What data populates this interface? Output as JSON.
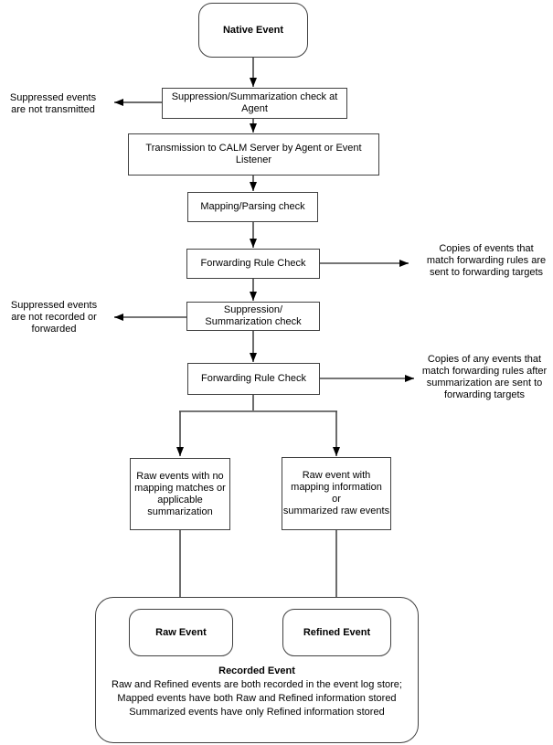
{
  "diagram": {
    "nodes": {
      "native_event": "Native Event",
      "suppression_check_agent": "Suppression/Summarization check at\nAgent",
      "transmission": "Transmission to CALM Server by Agent or Event\nListener",
      "mapping_parsing_check": "Mapping/Parsing check",
      "forwarding_rule_check_1": "Forwarding Rule Check",
      "suppression_check_server": "Suppression/\nSummarization check",
      "forwarding_rule_check_2": "Forwarding Rule Check",
      "raw_events_no_mapping": "Raw events with no\nmapping matches or\napplicable\nsummarization",
      "raw_event_with_mapping": "Raw event with\nmapping information\nor\nsummarized raw events",
      "raw_event": "Raw Event",
      "refined_event": "Refined Event"
    },
    "annotations": {
      "suppressed_not_transmitted": "Suppressed events\nare not transmitted",
      "suppressed_not_recorded": "Suppressed events\nare not recorded or\nforwarded",
      "copies_forwarding": "Copies of events that\nmatch forwarding rules are\nsent to forwarding targets",
      "copies_after_summarization": "Copies of any events that\nmatch forwarding rules after\nsummarization are sent to\nforwarding targets"
    },
    "recorded_event": {
      "title": "Recorded Event",
      "lines": [
        "Raw and Refined events are both recorded in the event log store;",
        "Mapped events have both Raw and Refined information stored",
        "Summarized events have only Refined information stored"
      ]
    },
    "colors": {
      "background": "#ffffff",
      "text": "#000000",
      "box_border": "#404040",
      "connector": "#3a3a3a",
      "connector_secondary": "#757575",
      "arrowhead": "#000000"
    }
  }
}
